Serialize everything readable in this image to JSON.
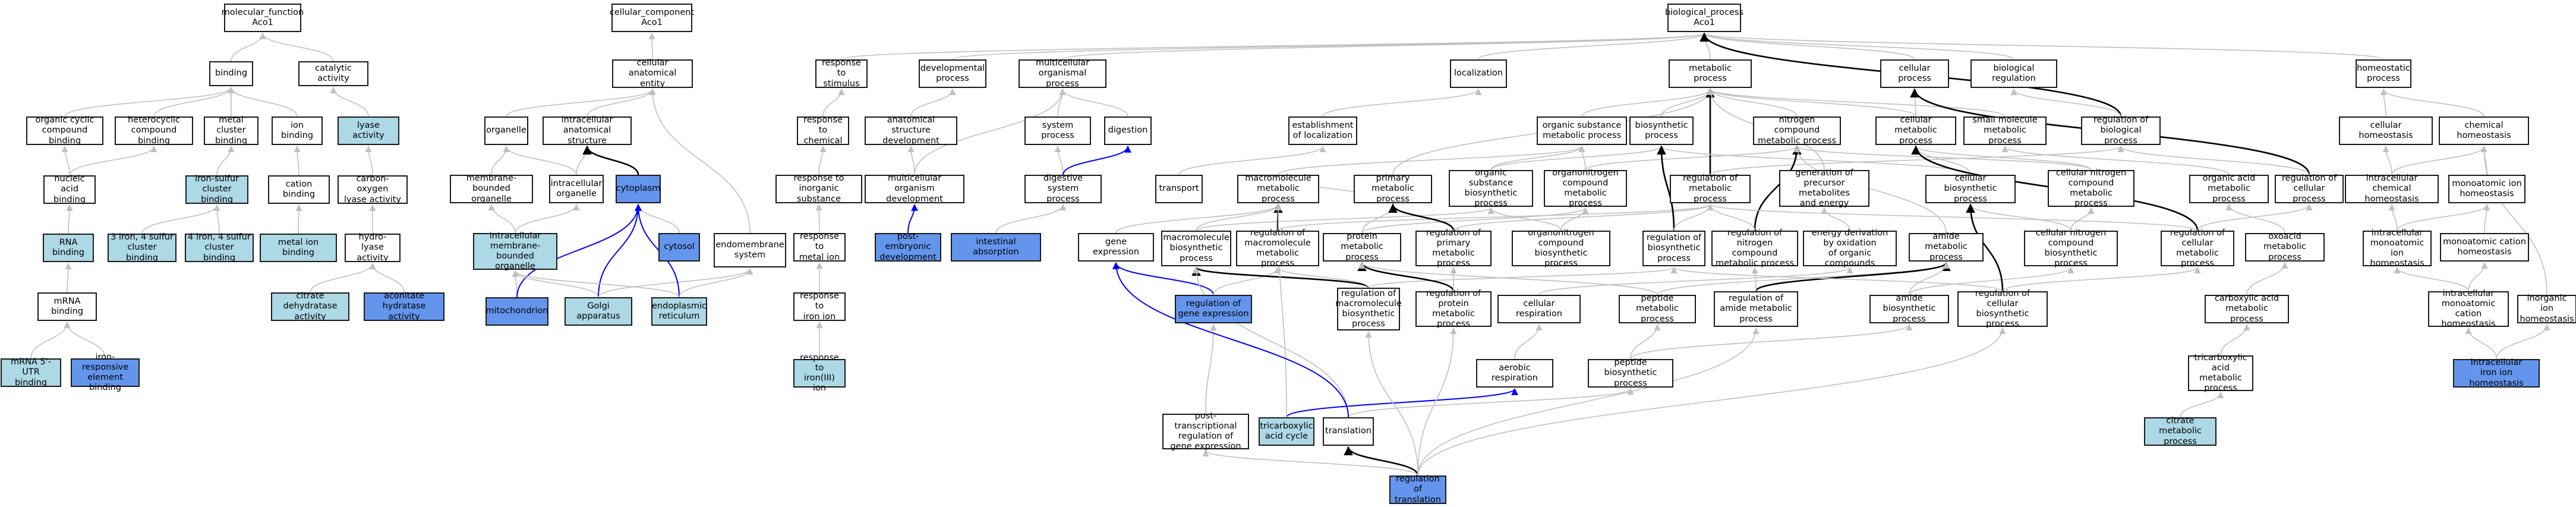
{
  "colors": {
    "plain": "#ffffff",
    "light": "#add8e6",
    "dark": "#6495ed",
    "edge_gray": "#c0c0c0",
    "edge_black": "#000000",
    "edge_blue": "#0000ff"
  },
  "nodes": [
    {
      "id": "mf",
      "label": "molecular_function\nAco1",
      "fill": "plain"
    },
    {
      "id": "binding",
      "label": "binding",
      "fill": "plain"
    },
    {
      "id": "catalytic",
      "label": "catalytic activity",
      "fill": "plain"
    },
    {
      "id": "orgcyclic",
      "label": "organic cyclic\ncompound binding",
      "fill": "plain"
    },
    {
      "id": "hetcyclic",
      "label": "heterocyclic\ncompound binding",
      "fill": "plain"
    },
    {
      "id": "metalcluster",
      "label": "metal cluster\nbinding",
      "fill": "plain"
    },
    {
      "id": "ionbinding",
      "label": "ion binding",
      "fill": "plain"
    },
    {
      "id": "lyase",
      "label": "lyase activity",
      "fill": "light"
    },
    {
      "id": "nucacid",
      "label": "nucleic acid\nbinding",
      "fill": "plain"
    },
    {
      "id": "ironsulfur",
      "label": "iron-sulfur\ncluster binding",
      "fill": "light"
    },
    {
      "id": "cation",
      "label": "cation binding",
      "fill": "plain"
    },
    {
      "id": "cclyase",
      "label": "carbon-oxygen\nlyase activity",
      "fill": "plain"
    },
    {
      "id": "rnabinding",
      "label": "RNA binding",
      "fill": "light"
    },
    {
      "id": "3fe4s",
      "label": "3 iron, 4 sulfur\ncluster binding",
      "fill": "light"
    },
    {
      "id": "4fe4s",
      "label": "4 iron, 4 sulfur\ncluster binding",
      "fill": "light"
    },
    {
      "id": "metalion",
      "label": "metal ion binding",
      "fill": "light"
    },
    {
      "id": "hydrolyase",
      "label": "hydro-lyase\nactivity",
      "fill": "plain"
    },
    {
      "id": "mrnabinding",
      "label": "mRNA binding",
      "fill": "plain"
    },
    {
      "id": "citrate_dh",
      "label": "citrate dehydratase\nactivity",
      "fill": "light"
    },
    {
      "id": "aconitate",
      "label": "aconitate hydratase\nactivity",
      "fill": "dark"
    },
    {
      "id": "mrna5utr",
      "label": "mRNA 5'-UTR\nbinding",
      "fill": "light"
    },
    {
      "id": "ire",
      "label": "iron-responsive\nelement binding",
      "fill": "dark"
    },
    {
      "id": "cc",
      "label": "cellular_component\nAco1",
      "fill": "plain"
    },
    {
      "id": "cae",
      "label": "cellular anatomical\nentity",
      "fill": "plain"
    },
    {
      "id": "organelle",
      "label": "organelle",
      "fill": "plain"
    },
    {
      "id": "icas",
      "label": "intracellular\nanatomical structure",
      "fill": "plain"
    },
    {
      "id": "mbo",
      "label": "membrane-bounded\norganelle",
      "fill": "plain"
    },
    {
      "id": "ico",
      "label": "intracellular\norganelle",
      "fill": "plain"
    },
    {
      "id": "cytoplasm",
      "label": "cytoplasm",
      "fill": "dark"
    },
    {
      "id": "imbo",
      "label": "intracellular\nmembrane-bounded\norganelle",
      "fill": "light"
    },
    {
      "id": "cytosol",
      "label": "cytosol",
      "fill": "dark"
    },
    {
      "id": "endomembrane",
      "label": "endomembrane\nsystem",
      "fill": "plain"
    },
    {
      "id": "mito",
      "label": "mitochondrion",
      "fill": "dark"
    },
    {
      "id": "golgi",
      "label": "Golgi apparatus",
      "fill": "light"
    },
    {
      "id": "er",
      "label": "endoplasmic\nreticulum",
      "fill": "light"
    },
    {
      "id": "bp",
      "label": "biological_process\nAco1",
      "fill": "plain"
    },
    {
      "id": "rts",
      "label": "response to\nstimulus",
      "fill": "plain"
    },
    {
      "id": "devproc",
      "label": "developmental\nprocess",
      "fill": "plain"
    },
    {
      "id": "multiorg",
      "label": "multicellular\norganismal process",
      "fill": "plain"
    },
    {
      "id": "localization",
      "label": "localization",
      "fill": "plain"
    },
    {
      "id": "metproc",
      "label": "metabolic process",
      "fill": "plain"
    },
    {
      "id": "cellproc",
      "label": "cellular process",
      "fill": "plain"
    },
    {
      "id": "bioreg",
      "label": "biological regulation",
      "fill": "plain"
    },
    {
      "id": "homeo",
      "label": "homeostatic\nprocess",
      "fill": "plain"
    },
    {
      "id": "rtc",
      "label": "response to\nchemical",
      "fill": "plain"
    },
    {
      "id": "asd",
      "label": "anatomical structure\ndevelopment",
      "fill": "plain"
    },
    {
      "id": "sysproc",
      "label": "system process",
      "fill": "plain"
    },
    {
      "id": "digestion",
      "label": "digestion",
      "fill": "plain"
    },
    {
      "id": "estloc",
      "label": "establishment\nof localization",
      "fill": "plain"
    },
    {
      "id": "osmp",
      "label": "organic substance\nmetabolic process",
      "fill": "plain"
    },
    {
      "id": "biosynth",
      "label": "biosynthetic\nprocess",
      "fill": "plain"
    },
    {
      "id": "ncmp",
      "label": "nitrogen compound\nmetabolic process",
      "fill": "plain"
    },
    {
      "id": "cellmet",
      "label": "cellular metabolic\nprocess",
      "fill": "plain"
    },
    {
      "id": "smmp",
      "label": "small molecule\nmetabolic process",
      "fill": "plain"
    },
    {
      "id": "regbp",
      "label": "regulation of\nbiological process",
      "fill": "plain"
    },
    {
      "id": "cellhomeo",
      "label": "cellular homeostasis",
      "fill": "plain"
    },
    {
      "id": "chemhomeo",
      "label": "chemical homeostasis",
      "fill": "plain"
    },
    {
      "id": "rtis",
      "label": "response to\ninorganic substance",
      "fill": "plain"
    },
    {
      "id": "mcod",
      "label": "multicellular\norganism development",
      "fill": "plain"
    },
    {
      "id": "dsp",
      "label": "digestive system\nprocess",
      "fill": "plain"
    },
    {
      "id": "transport",
      "label": "transport",
      "fill": "plain"
    },
    {
      "id": "macromp",
      "label": "macromolecule\nmetabolic process",
      "fill": "plain"
    },
    {
      "id": "pmp",
      "label": "primary metabolic\nprocess",
      "fill": "plain"
    },
    {
      "id": "osbp",
      "label": "organic substance\nbiosynthetic\nprocess",
      "fill": "plain"
    },
    {
      "id": "oncmp",
      "label": "organonitrogen\ncompound metabolic\nprocess",
      "fill": "plain"
    },
    {
      "id": "regmp",
      "label": "regulation of\nmetabolic process",
      "fill": "plain"
    },
    {
      "id": "genprec",
      "label": "generation of\nprecursor metabolites\nand energy",
      "fill": "plain"
    },
    {
      "id": "cellbio",
      "label": "cellular biosynthetic\nprocess",
      "fill": "plain"
    },
    {
      "id": "cncmp",
      "label": "cellular nitrogen\ncompound metabolic\nprocess",
      "fill": "plain"
    },
    {
      "id": "oamp",
      "label": "organic acid\nmetabolic process",
      "fill": "plain"
    },
    {
      "id": "regcp",
      "label": "regulation of\ncellular process",
      "fill": "plain"
    },
    {
      "id": "ichomeo",
      "label": "intracellular\nchemical homeostasis",
      "fill": "plain"
    },
    {
      "id": "monoion",
      "label": "monoatomic ion\nhomeostasis",
      "fill": "plain"
    },
    {
      "id": "rtmi",
      "label": "response to\nmetal ion",
      "fill": "plain"
    },
    {
      "id": "ped",
      "label": "post-embryonic\ndevelopment",
      "fill": "dark"
    },
    {
      "id": "intabs",
      "label": "intestinal absorption",
      "fill": "dark"
    },
    {
      "id": "geneexp",
      "label": "gene expression",
      "fill": "plain"
    },
    {
      "id": "macrobio",
      "label": "macromolecule\nbiosynthetic\nprocess",
      "fill": "plain"
    },
    {
      "id": "regmacro",
      "label": "regulation of\nmacromolecule\nmetabolic process",
      "fill": "plain"
    },
    {
      "id": "protmp",
      "label": "protein metabolic\nprocess",
      "fill": "plain"
    },
    {
      "id": "regpmp",
      "label": "regulation of\nprimary metabolic\nprocess",
      "fill": "plain"
    },
    {
      "id": "oncbp",
      "label": "organonitrogen\ncompound biosynthetic\nprocess",
      "fill": "plain"
    },
    {
      "id": "regbio",
      "label": "regulation of\nbiosynthetic\nprocess",
      "fill": "plain"
    },
    {
      "id": "regncmp",
      "label": "regulation of\nnitrogen compound\nmetabolic process",
      "fill": "plain"
    },
    {
      "id": "edox",
      "label": "energy derivation\nby oxidation\nof organic compounds",
      "fill": "plain"
    },
    {
      "id": "amidemp",
      "label": "amide metabolic\nprocess",
      "fill": "plain"
    },
    {
      "id": "cncbp",
      "label": "cellular nitrogen\ncompound biosynthetic\nprocess",
      "fill": "plain"
    },
    {
      "id": "regcmp",
      "label": "regulation of\ncellular metabolic\nprocess",
      "fill": "plain"
    },
    {
      "id": "oxoacid",
      "label": "oxoacid metabolic\nprocess",
      "fill": "plain"
    },
    {
      "id": "icmih",
      "label": "intracellular\nmonoatomic ion\nhomeostasis",
      "fill": "plain"
    },
    {
      "id": "mcathomeo",
      "label": "monoatomic cation\nhomeostasis",
      "fill": "plain"
    },
    {
      "id": "rtiron",
      "label": "response to\niron ion",
      "fill": "plain"
    },
    {
      "id": "regge",
      "label": "regulation of\ngene expression",
      "fill": "dark"
    },
    {
      "id": "regmacrobio",
      "label": "regulation of\nmacromolecule\nbiosynthetic\nprocess",
      "fill": "plain"
    },
    {
      "id": "regprotmp",
      "label": "regulation of\nprotein metabolic\nprocess",
      "fill": "plain"
    },
    {
      "id": "cellresp",
      "label": "cellular respiration",
      "fill": "plain"
    },
    {
      "id": "peptmp",
      "label": "peptide metabolic\nprocess",
      "fill": "plain"
    },
    {
      "id": "regamide",
      "label": "regulation of\namide metabolic\nprocess",
      "fill": "plain"
    },
    {
      "id": "amidebp",
      "label": "amide biosynthetic\nprocess",
      "fill": "plain"
    },
    {
      "id": "regcbp",
      "label": "regulation of\ncellular biosynthetic\nprocess",
      "fill": "plain"
    },
    {
      "id": "carbox",
      "label": "carboxylic acid\nmetabolic process",
      "fill": "plain"
    },
    {
      "id": "icmcat",
      "label": "intracellular\nmonoatomic cation\nhomeostasis",
      "fill": "plain"
    },
    {
      "id": "inorgion",
      "label": "inorganic ion\nhomeostasis",
      "fill": "plain"
    },
    {
      "id": "rtiron3",
      "label": "response to\niron(III) ion",
      "fill": "light"
    },
    {
      "id": "aerobic",
      "label": "aerobic respiration",
      "fill": "plain"
    },
    {
      "id": "peptbp",
      "label": "peptide biosynthetic\nprocess",
      "fill": "plain"
    },
    {
      "id": "tca",
      "label": "tricarboxylic\nacid metabolic\nprocess",
      "fill": "plain"
    },
    {
      "id": "icironhomeo",
      "label": "intracellular\niron ion homeostasis",
      "fill": "dark"
    },
    {
      "id": "ptrge",
      "label": "post-transcriptional\nregulation of\ngene expression",
      "fill": "plain"
    },
    {
      "id": "tcacycle",
      "label": "tricarboxylic\nacid cycle",
      "fill": "light"
    },
    {
      "id": "translation",
      "label": "translation",
      "fill": "plain"
    },
    {
      "id": "citratemp",
      "label": "citrate metabolic\nprocess",
      "fill": "light"
    },
    {
      "id": "regtrans",
      "label": "regulation of\ntranslation",
      "fill": "dark"
    }
  ]
}
